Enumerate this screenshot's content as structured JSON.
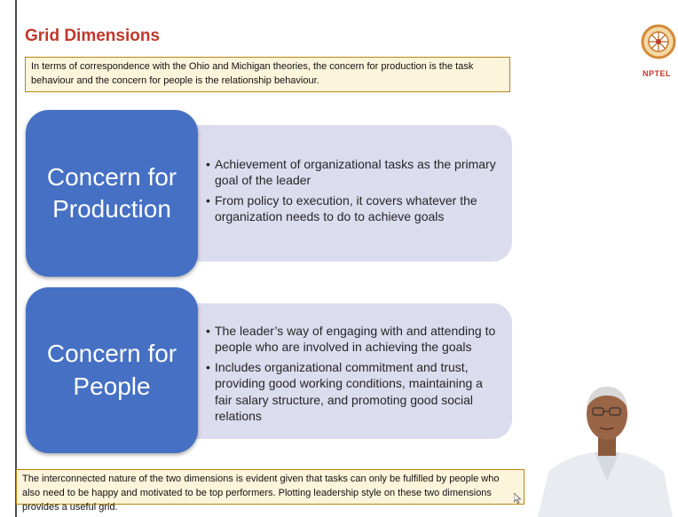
{
  "slide": {
    "title": "Grid Dimensions",
    "intro": "In terms of correspondence with the Ohio and Michigan theories, the concern for production is the task behaviour and the concern for people is the relationship behaviour.",
    "cards": [
      {
        "heading_line1": "Concern for",
        "heading_line2": "Production",
        "bullets": [
          "Achievement of organizational tasks as the primary goal of the leader",
          "From policy to execution, it covers whatever the organization needs to do to achieve goals"
        ]
      },
      {
        "heading_line1": "Concern for",
        "heading_line2": "People",
        "bullets": [
          "The leader’s way of engaging with and attending to people who are involved in achieving the goals",
          "Includes organizational commitment and trust, providing good working conditions, maintaining a fair salary structure, and promoting good social relations"
        ]
      }
    ],
    "footer_note": "The interconnected nature of the two dimensions is evident given that tasks can only be fulfilled by people who also need to be happy and motivated to be top performers. Plotting leadership style on these two dimensions provides a useful grid."
  },
  "logo": {
    "text": "NPTEL",
    "icon": "nptel-wheel-logo"
  },
  "presenter": {
    "icon": "presenter-video-thumbnail"
  },
  "colors": {
    "title": "#c0392b",
    "card_dark": "#4570c4",
    "card_light": "#dcdcef",
    "note_bg": "#fdf4dc",
    "note_border": "#b8860b"
  }
}
